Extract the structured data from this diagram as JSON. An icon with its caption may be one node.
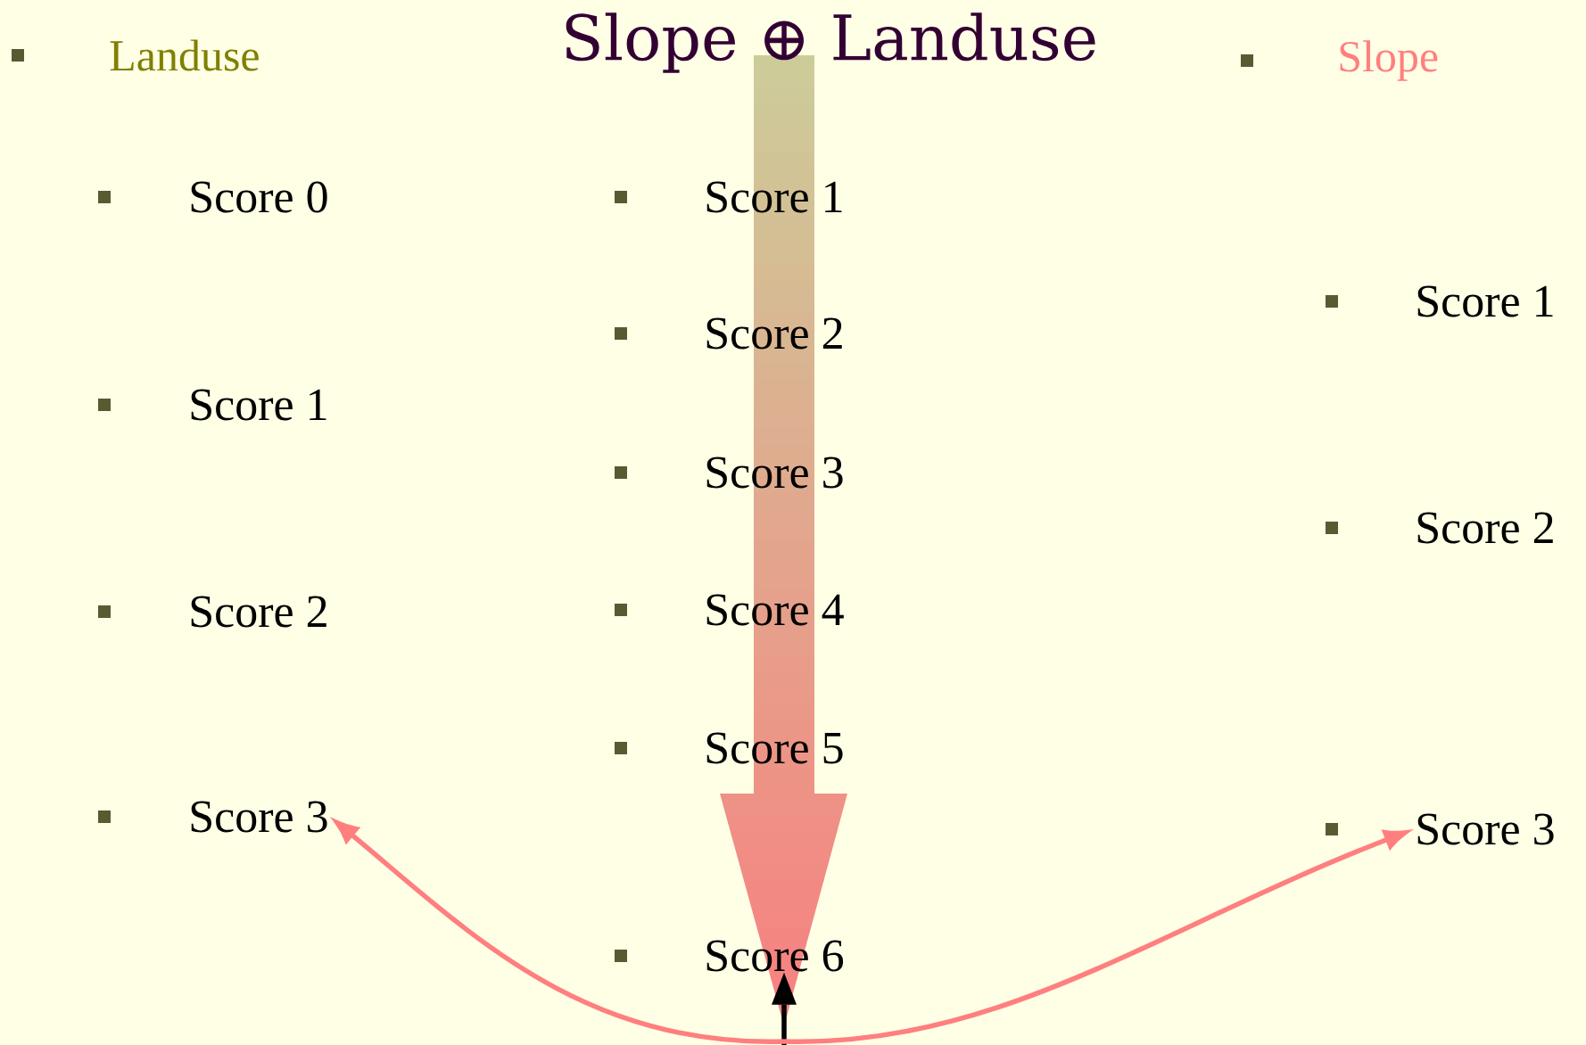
{
  "diagram": {
    "title": "Slope ⊕ Landuse",
    "nodes": [
      {
        "text": [
          "Landuse"
        ]
      },
      {
        "text": [
          "Score 0"
        ]
      },
      {
        "text": [
          "Score 1"
        ]
      },
      {
        "text": [
          "Score 2"
        ]
      },
      {
        "text": [
          "Score 3"
        ]
      },
      {
        "text": [
          "Score 1"
        ]
      },
      {
        "text": [
          "Score 2"
        ]
      },
      {
        "text": [
          "Score 3"
        ]
      },
      {
        "text": [
          "Score 4"
        ]
      },
      {
        "text": [
          "Score 5"
        ]
      },
      {
        "text": [
          "Score 6"
        ]
      },
      {
        "text": [
          "Slope"
        ]
      },
      {
        "text": [
          "Score 1"
        ]
      },
      {
        "text": [
          "Score 2"
        ]
      },
      {
        "text": [
          "Score 3"
        ]
      }
    ],
    "edges": [
      {
        "from": null,
        "to": 10,
        "arrow": "to",
        "color": "#000000"
      },
      {
        "from": null,
        "to": 4,
        "arrow": "to",
        "color": "#ff7f7f"
      },
      {
        "from": null,
        "to": 14,
        "arrow": "to",
        "color": "#ff7f7f"
      }
    ]
  }
}
